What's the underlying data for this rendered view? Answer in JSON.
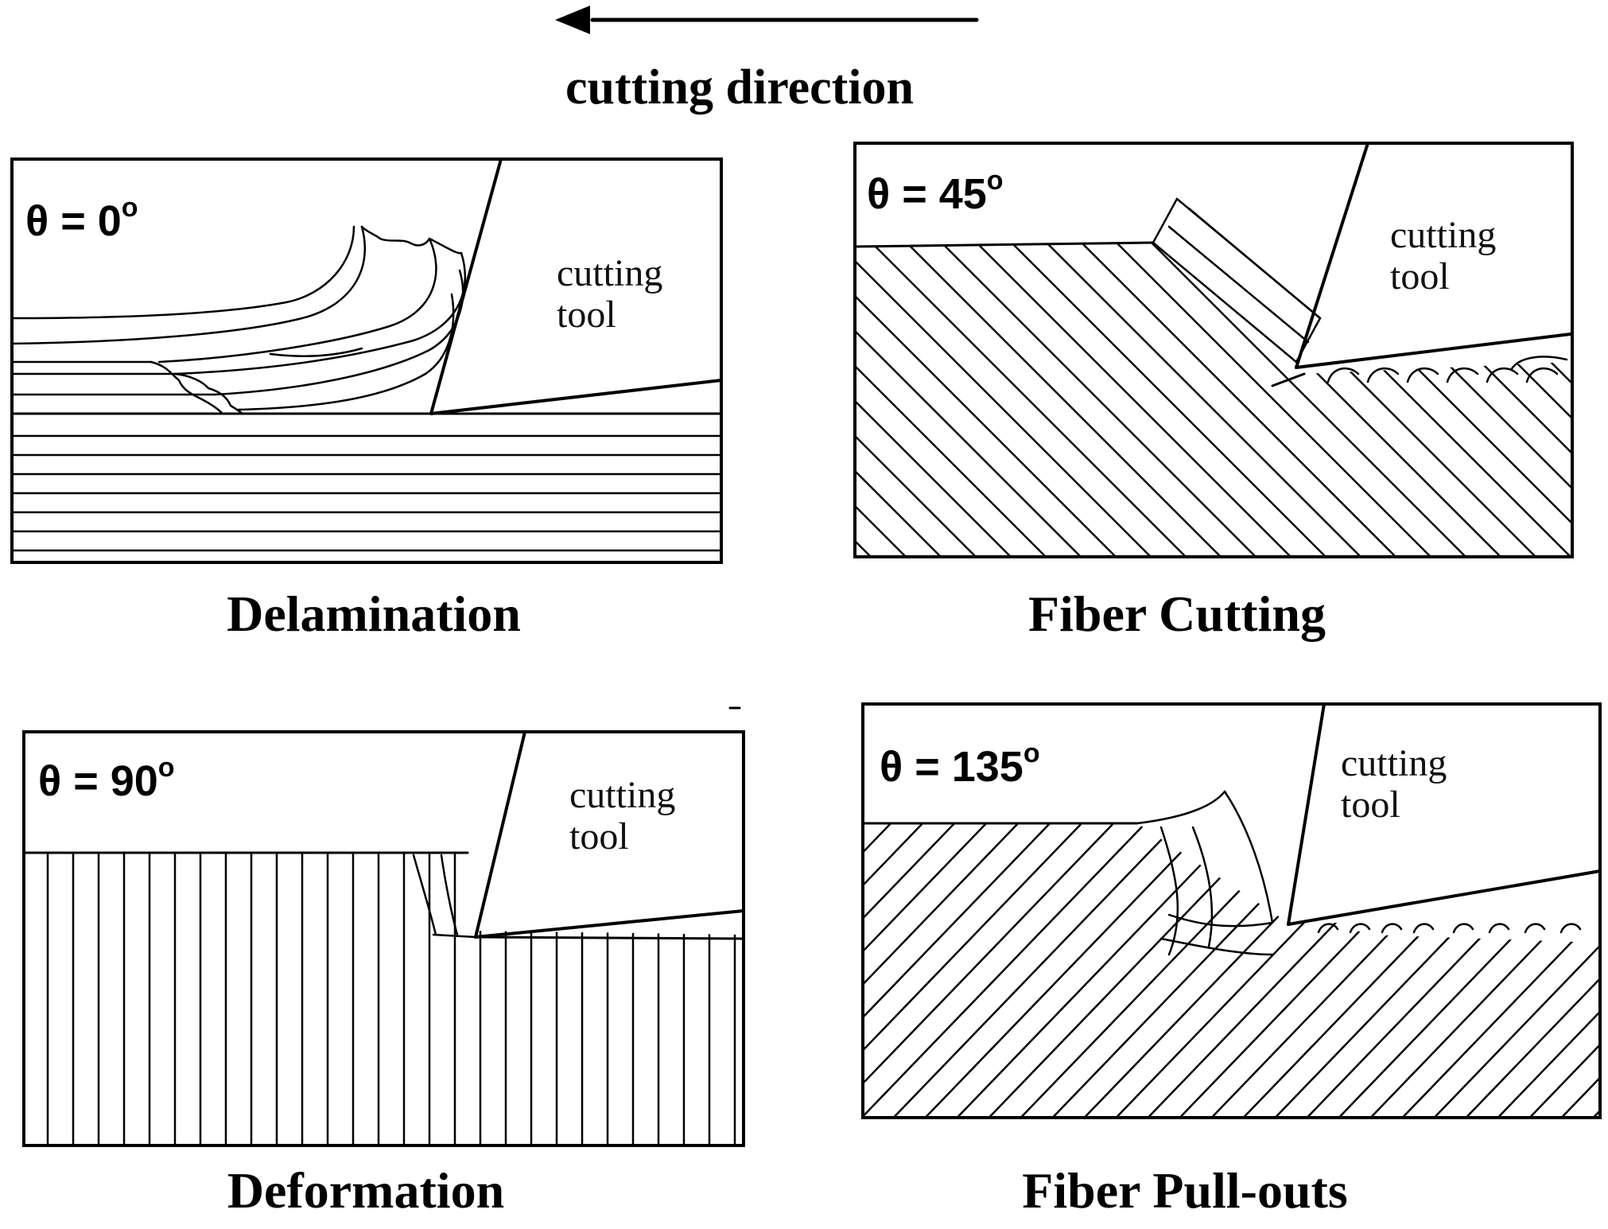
{
  "header": {
    "direction_label": "cutting direction"
  },
  "panels": [
    {
      "id": "p0",
      "theta_prefix": "θ = 0",
      "theta_sup": "o",
      "tool_line1": "cutting",
      "tool_line2": "tool",
      "caption": "Delamination"
    },
    {
      "id": "p45",
      "theta_prefix": "θ = 45",
      "theta_sup": "o",
      "tool_line1": "cutting",
      "tool_line2": "tool",
      "caption": "Fiber Cutting"
    },
    {
      "id": "p90",
      "theta_prefix": "θ = 90",
      "theta_sup": "o",
      "tool_line1": "cutting",
      "tool_line2": "tool",
      "caption": "Deformation"
    },
    {
      "id": "p135",
      "theta_prefix": "θ = 135",
      "theta_sup": "o",
      "tool_line1": "cutting",
      "tool_line2": "tool",
      "caption": "Fiber Pull-outs"
    }
  ],
  "colors": {
    "ink": "#000000",
    "background": "#ffffff"
  }
}
